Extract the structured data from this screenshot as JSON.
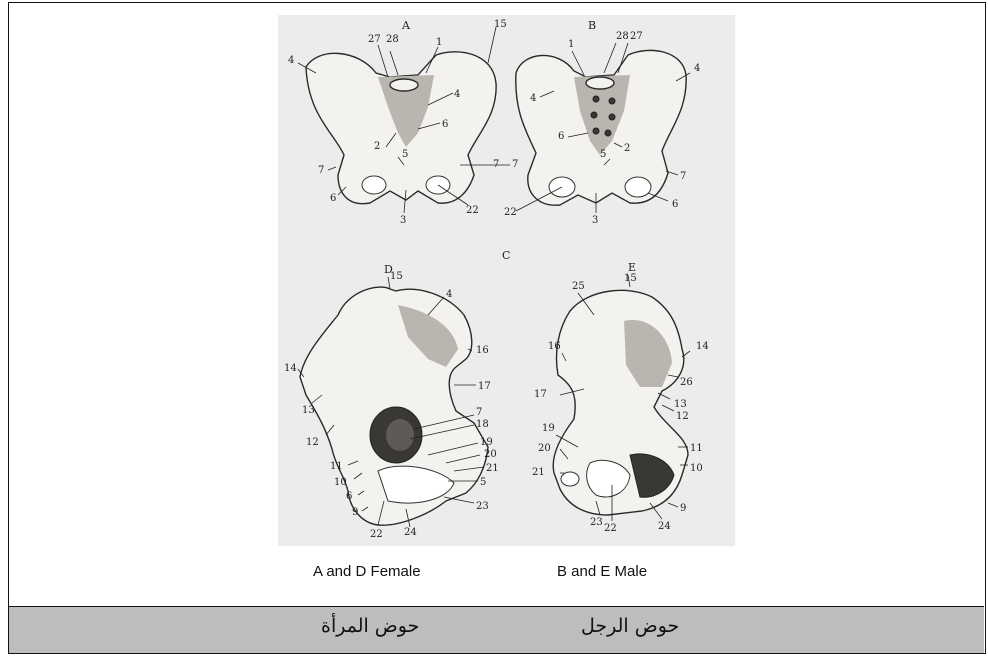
{
  "figure": {
    "letters": {
      "a": "A",
      "b": "B",
      "c": "C",
      "d": "D",
      "e": "E"
    },
    "numbers_a": [
      "27",
      "28",
      "1",
      "15",
      "4",
      "4",
      "2",
      "6",
      "5",
      "7",
      "7",
      "6",
      "3",
      "22"
    ],
    "numbers_b": [
      "1",
      "28",
      "27",
      "4",
      "4",
      "6",
      "2",
      "5",
      "7",
      "7",
      "6",
      "3",
      "22"
    ],
    "numbers_d": [
      "15",
      "4",
      "16",
      "14",
      "13",
      "17",
      "12",
      "7",
      "18",
      "19",
      "20",
      "21",
      "11",
      "10",
      "5",
      "6",
      "9",
      "23",
      "22",
      "24"
    ],
    "numbers_e": [
      "15",
      "25",
      "16",
      "14",
      "26",
      "17",
      "13",
      "12",
      "19",
      "11",
      "20",
      "10",
      "21",
      "9",
      "23",
      "22",
      "24"
    ]
  },
  "captions": {
    "left": "A and D Female",
    "right": "B and E Male"
  },
  "footer": {
    "female_pelvis": "حوض المرأة",
    "male_pelvis": "حوض الرجل"
  }
}
